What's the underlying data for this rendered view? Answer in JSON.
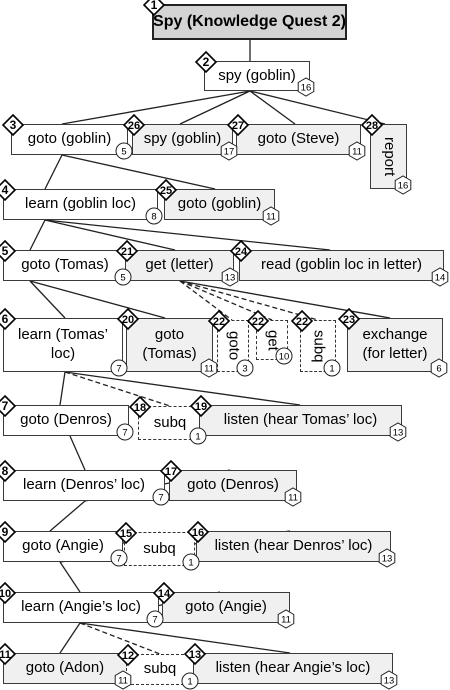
{
  "nodes": [
    {
      "id": "n1",
      "num": "1",
      "label": "Spy (Knowledge Quest 2)",
      "cost": ""
    },
    {
      "id": "n2",
      "num": "2",
      "label": "spy (goblin)",
      "cost": "16"
    },
    {
      "id": "n3",
      "num": "3",
      "label": "goto (goblin)",
      "cost": "5"
    },
    {
      "id": "n26",
      "num": "26",
      "label": "spy (goblin)",
      "cost": "17"
    },
    {
      "id": "n27",
      "num": "27",
      "label": "goto (Steve)",
      "cost": "11"
    },
    {
      "id": "n28",
      "num": "28",
      "label": "report",
      "cost": "16"
    },
    {
      "id": "n4",
      "num": "4",
      "label": "learn (goblin loc)",
      "cost": "8"
    },
    {
      "id": "n25",
      "num": "25",
      "label": "goto (goblin)",
      "cost": "11"
    },
    {
      "id": "n5",
      "num": "5",
      "label": "goto (Tomas)",
      "cost": "5"
    },
    {
      "id": "n21",
      "num": "21",
      "label": "get (letter)",
      "cost": "13"
    },
    {
      "id": "n24",
      "num": "24",
      "label": "read (goblin loc in letter)",
      "cost": "14"
    },
    {
      "id": "n6",
      "num": "6",
      "label": "learn (Tomas’ loc)",
      "cost": "7"
    },
    {
      "id": "n20",
      "num": "20",
      "label": "goto (Tomas)",
      "cost": "11"
    },
    {
      "id": "n22a",
      "num": "22",
      "label": "goto",
      "cost": "3"
    },
    {
      "id": "n22b",
      "num": "22",
      "label": "get",
      "cost": "10"
    },
    {
      "id": "n22c",
      "num": "22",
      "label": "subq",
      "cost": "1"
    },
    {
      "id": "n23",
      "num": "23",
      "label": "exchange (for letter)",
      "cost": "6"
    },
    {
      "id": "n7",
      "num": "7",
      "label": "goto (Denros)",
      "cost": "7"
    },
    {
      "id": "n18",
      "num": "18",
      "label": "subq",
      "cost": "1"
    },
    {
      "id": "n19",
      "num": "19",
      "label": "listen (hear Tomas’ loc)",
      "cost": "13"
    },
    {
      "id": "n8",
      "num": "8",
      "label": "learn (Denros’ loc)",
      "cost": "7"
    },
    {
      "id": "n17",
      "num": "17",
      "label": "goto (Denros)",
      "cost": "11"
    },
    {
      "id": "n9",
      "num": "9",
      "label": "goto (Angie)",
      "cost": "7"
    },
    {
      "id": "n15",
      "num": "15",
      "label": "subq",
      "cost": "1"
    },
    {
      "id": "n16",
      "num": "16",
      "label": "listen (hear Denros’ loc)",
      "cost": "13"
    },
    {
      "id": "n10",
      "num": "10",
      "label": "learn (Angie’s loc)",
      "cost": "7"
    },
    {
      "id": "n14",
      "num": "14",
      "label": "goto (Angie)",
      "cost": "11"
    },
    {
      "id": "n11",
      "num": "11",
      "label": "goto (Adon)",
      "cost": "11"
    },
    {
      "id": "n12",
      "num": "12",
      "label": "subq",
      "cost": "1"
    },
    {
      "id": "n13",
      "num": "13",
      "label": "listen (hear Angie’s loc)",
      "cost": "13"
    }
  ],
  "edges": [
    {
      "from": "n1",
      "to": "n2",
      "style": "solid"
    },
    {
      "from": "n2",
      "to": "n3",
      "style": "solid"
    },
    {
      "from": "n2",
      "to": "n26",
      "style": "solid"
    },
    {
      "from": "n2",
      "to": "n27",
      "style": "solid"
    },
    {
      "from": "n2",
      "to": "n28",
      "style": "solid"
    },
    {
      "from": "n3",
      "to": "n4",
      "style": "solid"
    },
    {
      "from": "n3",
      "to": "n25",
      "style": "solid"
    },
    {
      "from": "n4",
      "to": "n5",
      "style": "solid"
    },
    {
      "from": "n4",
      "to": "n21",
      "style": "solid"
    },
    {
      "from": "n4",
      "to": "n24",
      "style": "solid"
    },
    {
      "from": "n5",
      "to": "n6",
      "style": "solid"
    },
    {
      "from": "n5",
      "to": "n20",
      "style": "solid"
    },
    {
      "from": "n21",
      "to": "n22a",
      "style": "dashed"
    },
    {
      "from": "n21",
      "to": "n22b",
      "style": "dashed"
    },
    {
      "from": "n21",
      "to": "n22c",
      "style": "dashed"
    },
    {
      "from": "n21",
      "to": "n23",
      "style": "solid"
    },
    {
      "from": "n6",
      "to": "n7",
      "style": "solid"
    },
    {
      "from": "n6",
      "to": "n18",
      "style": "dashed"
    },
    {
      "from": "n6",
      "to": "n19",
      "style": "solid"
    },
    {
      "from": "n7",
      "to": "n8",
      "style": "solid"
    },
    {
      "from": "n8",
      "to": "n9",
      "style": "solid"
    },
    {
      "from": "n8",
      "to": "n17",
      "style": "solid"
    },
    {
      "from": "n9",
      "to": "n10",
      "style": "solid"
    },
    {
      "from": "n9",
      "to": "n15",
      "style": "dashed"
    },
    {
      "from": "n9",
      "to": "n16",
      "style": "solid"
    },
    {
      "from": "n10",
      "to": "n11",
      "style": "solid"
    },
    {
      "from": "n10",
      "to": "n12",
      "style": "dashed"
    },
    {
      "from": "n10",
      "to": "n13",
      "style": "solid"
    },
    {
      "from": "n10",
      "to": "n14",
      "style": "solid"
    }
  ]
}
